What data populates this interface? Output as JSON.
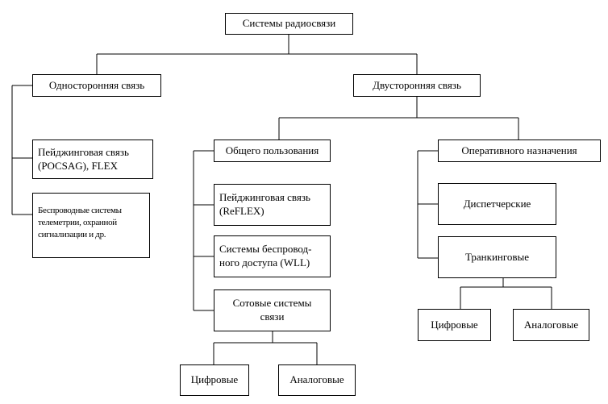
{
  "diagram": {
    "root": "Системы радиосвязи",
    "one_way": "Односторонняя связь",
    "paging_oneway_l1": "Пейджинговая связь",
    "paging_oneway_l2": "(POCSAG), FLEX",
    "telemetry_l1": "Беспроводные системы",
    "telemetry_l2": "телеметрии, охранной",
    "telemetry_l3": "сигнализации и др.",
    "two_way": "Двусторонняя связь",
    "public_use": "Общего пользования",
    "paging_twoway_l1": "Пейджинговая связь",
    "paging_twoway_l2": "(ReFLEX)",
    "wll_l1": "Системы беспровод-",
    "wll_l2": "ного доступа (WLL)",
    "cellular_l1": "Сотовые системы",
    "cellular_l2": "связи",
    "cellular_digital": "Цифровые",
    "cellular_analog": "Аналоговые",
    "operative": "Оперативного назначения",
    "dispatch": "Диспетчерские",
    "trunking": "Транкинговые",
    "trunk_digital": "Цифровые",
    "trunk_analog": "Аналоговые"
  }
}
